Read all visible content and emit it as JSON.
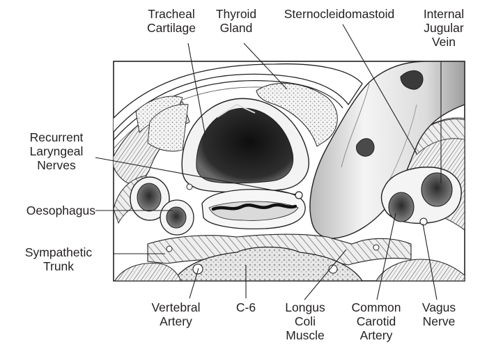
{
  "labels": {
    "tracheal_cartilage": "Tracheal\nCartilage",
    "thyroid_gland": "Thyroid\nGland",
    "sternocleidomastoid": "Sternocleidomastoid",
    "internal_jugular_vein": "Internal\nJugular\nVein",
    "recurrent_laryngeal_nerves": "Recurrent\nLaryngeal\nNerves",
    "oesophagus": "Oesophagus",
    "sympathetic_trunk": "Sympathetic\nTrunk",
    "vertebral_artery": "Vertebral\nArtery",
    "c6": "C-6",
    "longus_coli_muscle": "Longus\nColi\nMuscle",
    "common_carotid_artery": "Common\nCarotid\nArtery",
    "vagus_nerve": "Vagus\nNerve"
  }
}
